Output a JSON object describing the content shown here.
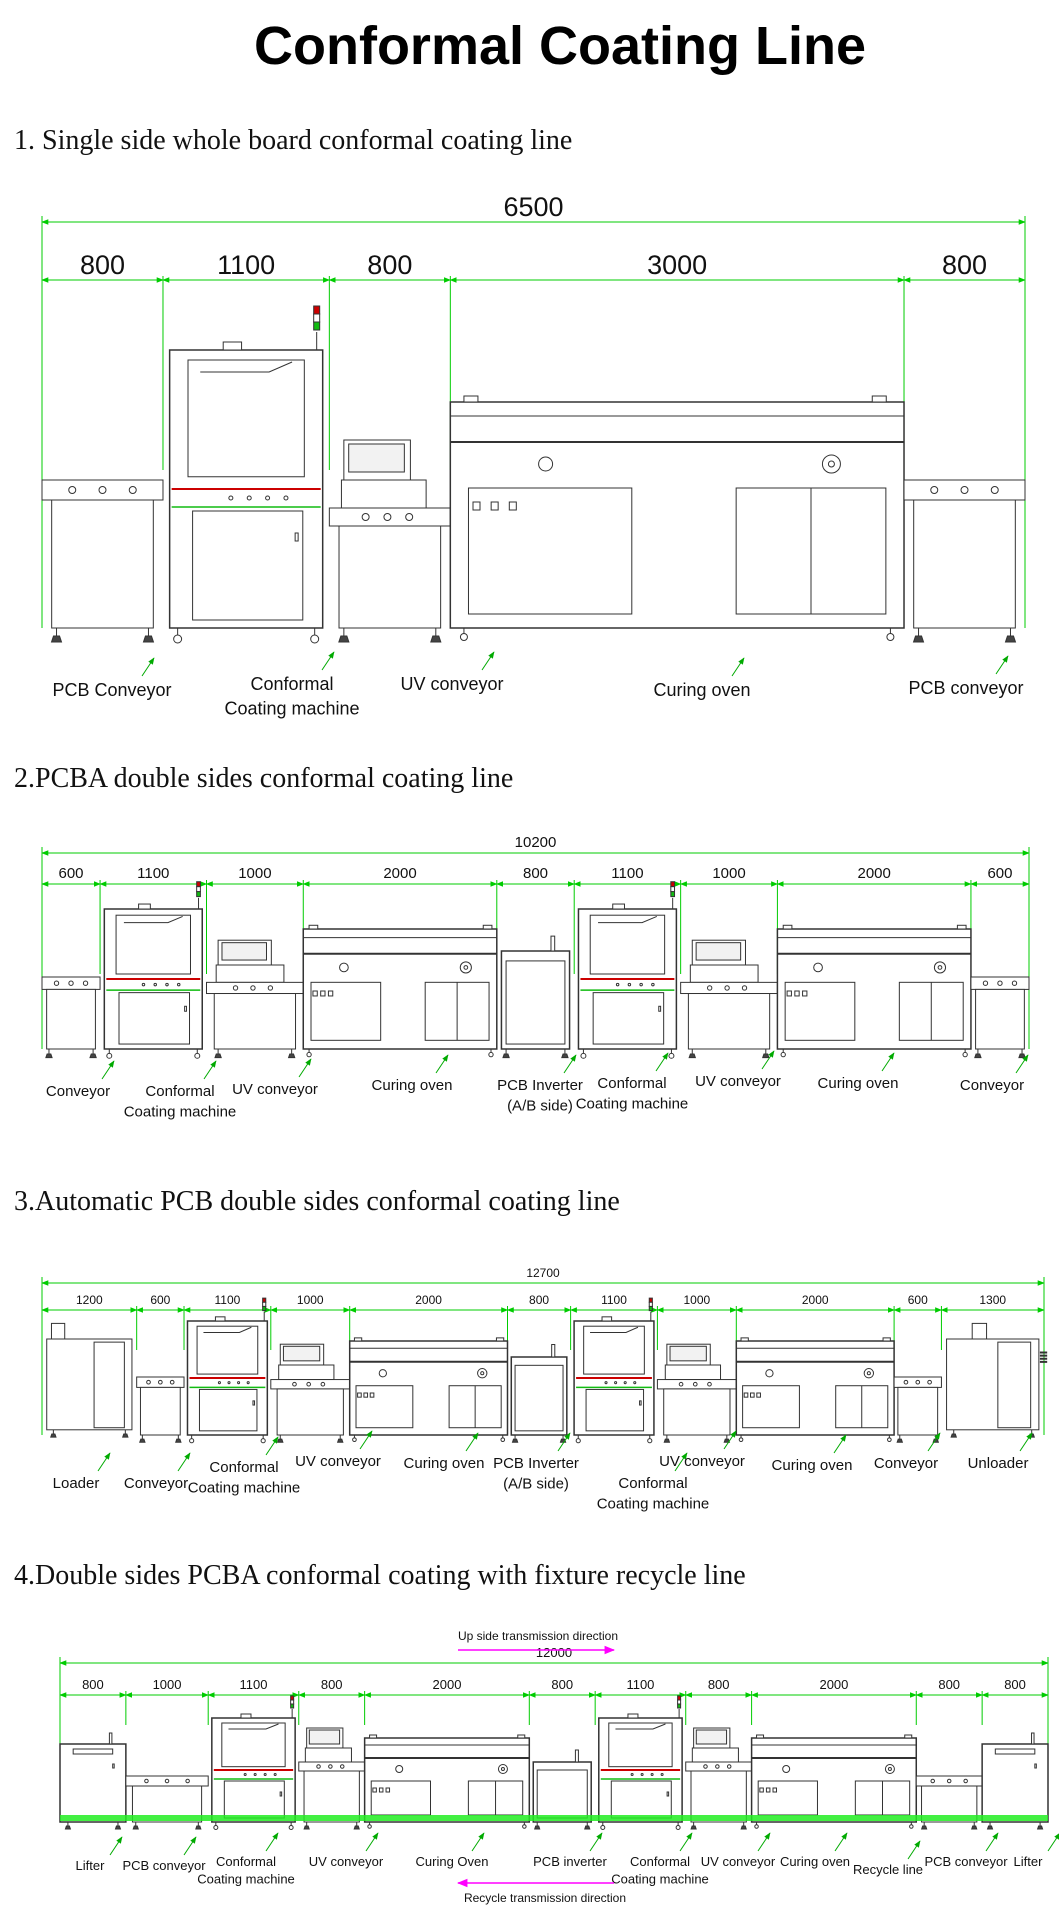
{
  "title": "Conformal Coating Line",
  "colors": {
    "dim": "#00cc00",
    "arrow": "#ff00ff",
    "stroke": "#333333",
    "accent_red": "#cc0000",
    "beacon_green": "#11bb11"
  },
  "sections": [
    {
      "heading": "1. Single side whole board conformal coating line",
      "total": "6500",
      "segments": [
        "800",
        "1100",
        "800",
        "3000",
        "800"
      ],
      "labels": [
        "PCB Conveyor",
        "Conformal\nCoating machine",
        "UV conveyor",
        "Curing oven",
        "PCB conveyor"
      ]
    },
    {
      "heading": "2.PCBA double sides conformal coating line",
      "total": "10200",
      "segments": [
        "600",
        "1100",
        "1000",
        "2000",
        "800",
        "1100",
        "1000",
        "2000",
        "600"
      ],
      "labels": [
        "Conveyor",
        "Conformal\nCoating machine",
        "UV conveyor",
        "Curing oven",
        "PCB Inverter\n(A/B side)",
        "Conformal\nCoating machine",
        "UV conveyor",
        "Curing oven",
        "Conveyor"
      ]
    },
    {
      "heading": "3.Automatic PCB double sides conformal coating line",
      "total": "12700",
      "segments": [
        "1200",
        "600",
        "1100",
        "1000",
        "2000",
        "800",
        "1100",
        "1000",
        "2000",
        "600",
        "1300"
      ],
      "labels": [
        "Loader",
        "Conveyor",
        "Conformal\nCoating machine",
        "UV conveyor",
        "Curing oven",
        "PCB Inverter\n(A/B side)",
        "Conformal\nCoating machine",
        "UV conveyor",
        "Curing oven",
        "Conveyor",
        "Unloader"
      ]
    },
    {
      "heading": "4.Double sides PCBA conformal coating with fixture recycle line",
      "total": "12000",
      "segments": [
        "800",
        "1000",
        "1100",
        "800",
        "2000",
        "800",
        "1100",
        "800",
        "2000",
        "800",
        "800"
      ],
      "labels": [
        "Lifter",
        "PCB conveyor",
        "Conformal\nCoating machine",
        "UV conveyor",
        "Curing Oven",
        "PCB inverter",
        "Conformal\nCoating machine",
        "UV conveyor",
        "Curing oven",
        "Recycle line",
        "PCB conveyor",
        "Lifter"
      ],
      "top_arrow": "Up side transmission direction",
      "bottom_arrow": "Recycle transmission direction"
    }
  ]
}
